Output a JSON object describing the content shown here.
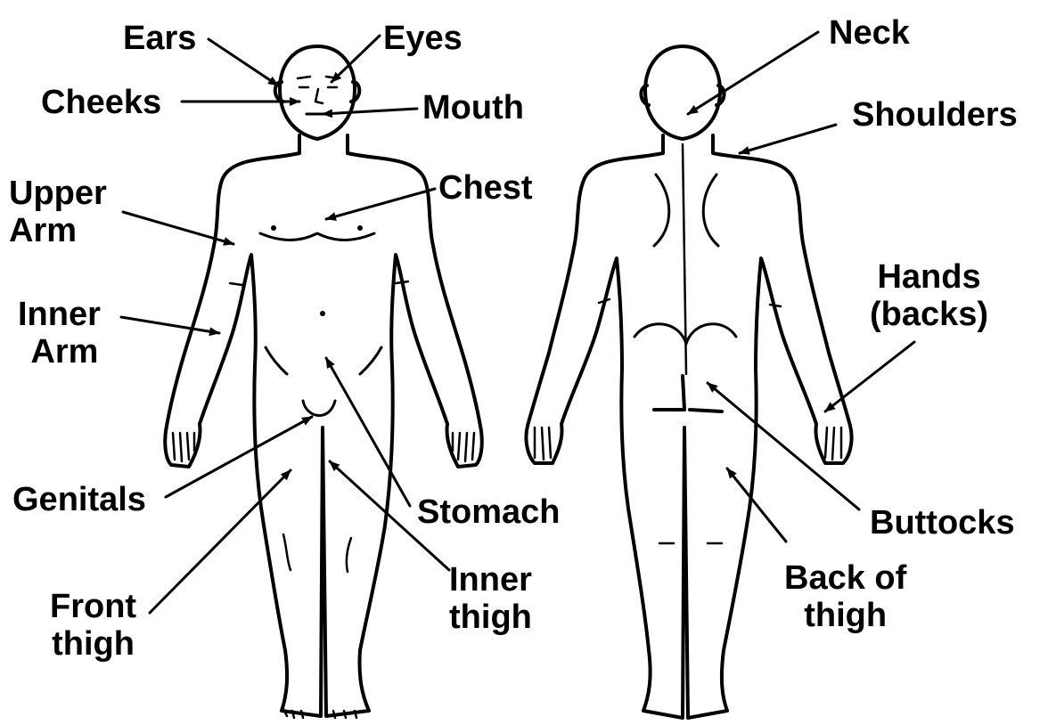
{
  "labels": {
    "ears": "Ears",
    "eyes": "Eyes",
    "cheeks": "Cheeks",
    "mouth": "Mouth",
    "upper_arm": [
      "Upper",
      "Arm"
    ],
    "inner_arm": [
      "Inner",
      "Arm"
    ],
    "chest": "Chest",
    "genitals": "Genitals",
    "stomach": "Stomach",
    "front_thigh": [
      "Front",
      "thigh"
    ],
    "inner_thigh": [
      "Inner",
      "thigh"
    ],
    "neck": "Neck",
    "shoulders": "Shoulders",
    "hands_backs": [
      "Hands",
      "(backs)"
    ],
    "buttocks": "Buttocks",
    "back_of_thigh": [
      "Back of",
      "thigh"
    ]
  },
  "colors": {
    "ink": "#000000",
    "paper": "#ffffff"
  }
}
